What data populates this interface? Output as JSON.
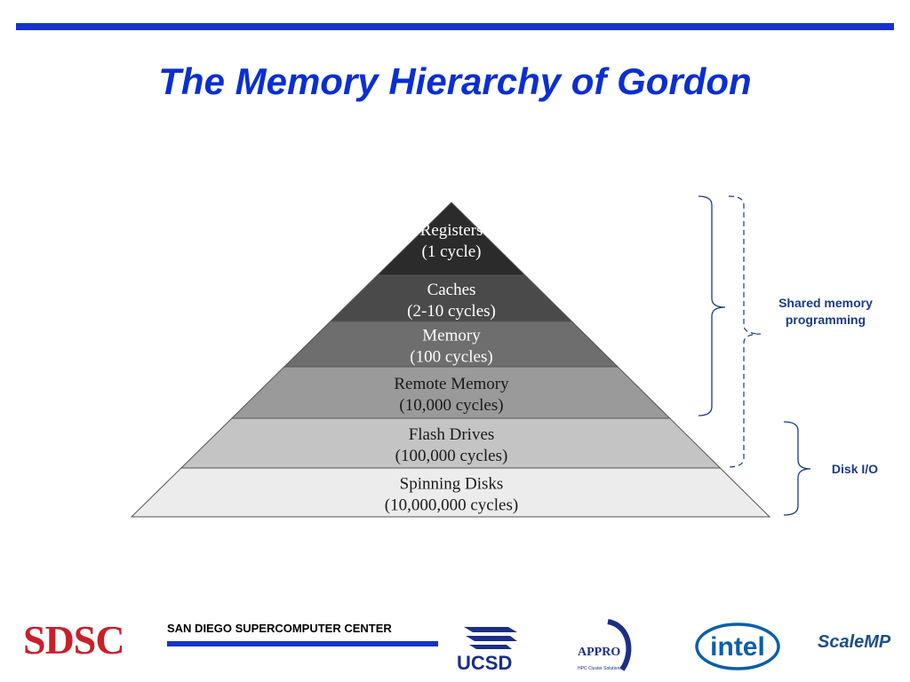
{
  "colors": {
    "accent": "#1633c9",
    "title": "#0a2fd1",
    "sdsc_red": "#c8202a",
    "intel_blue": "#0b5fa8",
    "scalemp_blue": "#1a4f8c",
    "ucsd_blue": "#1b2f87",
    "layer_text_light": "#ffffff",
    "layer_text_dark": "#1a1a1a",
    "bracket_label": "#1a3a8a"
  },
  "slide": {
    "title": "The Memory Hierarchy of Gordon"
  },
  "pyramid": {
    "layers": [
      {
        "name": "Registers",
        "detail": "(1 cycle)",
        "fill": "#2b2b2b",
        "text_color": "#ffffff"
      },
      {
        "name": "Caches",
        "detail": "(2-10 cycles)",
        "fill": "#4a4a4a",
        "text_color": "#ffffff"
      },
      {
        "name": "Memory",
        "detail": "(100 cycles)",
        "fill": "#6e6e6e",
        "text_color": "#ffffff"
      },
      {
        "name": "Remote Memory",
        "detail": "(10,000 cycles)",
        "fill": "#9a9a9a",
        "text_color": "#1a1a1a"
      },
      {
        "name": "Flash Drives",
        "detail": "(100,000 cycles)",
        "fill": "#c4c4c4",
        "text_color": "#1a1a1a"
      },
      {
        "name": "Spinning Disks",
        "detail": "(10,000,000 cycles)",
        "fill": "#ececec",
        "text_color": "#1a1a1a"
      }
    ]
  },
  "brackets": {
    "shared_memory_label": "Shared memory\nprogramming",
    "disk_io_label": "Disk I/O"
  },
  "footer": {
    "sdsc_logo": "SDSC",
    "sdsc_name": "SAN DIEGO SUPERCOMPUTER CENTER",
    "ucsd_logo": "UCSD",
    "appro_logo": "APPRO",
    "appro_tagline": "HPC Cluster Solutions",
    "intel_logo": "intel",
    "scalemp_logo": "ScaleMP"
  }
}
